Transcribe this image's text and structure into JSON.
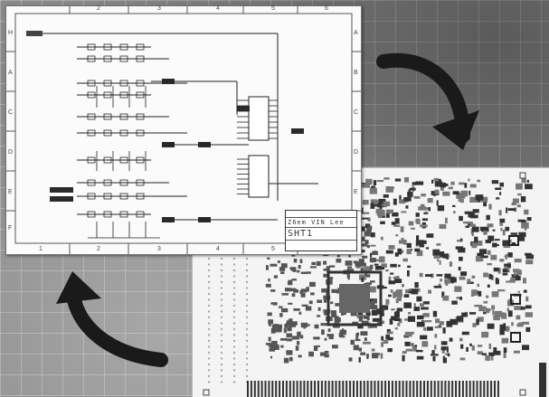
{
  "schematic": {
    "column_numbers": [
      "1",
      "2",
      "3",
      "4",
      "5",
      "6"
    ],
    "row_letters_left": [
      "H",
      "A",
      "C",
      "D",
      "E",
      "F"
    ],
    "row_letters_right": [
      "A",
      "B",
      "C",
      "D",
      "E",
      "F"
    ],
    "title_block": {
      "label": "Z6em VIN Lee",
      "sheet": "SHT1",
      "footer": ""
    }
  },
  "colors": {
    "background": "#8a8a8a",
    "schematic_paper": "#fbfbfb",
    "pcb_board": "#f4f4f4",
    "ink": "#222222",
    "arrow": "#1a1a1a"
  },
  "icons": [
    "curved-arrow-down-right-icon",
    "curved-arrow-up-left-icon"
  ]
}
